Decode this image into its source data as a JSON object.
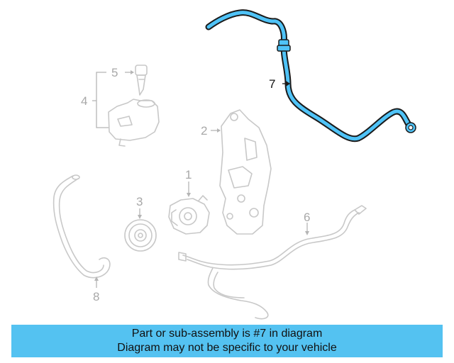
{
  "callouts": {
    "part_1": "1",
    "part_2": "2",
    "part_3": "3",
    "part_4": "4",
    "part_5": "5",
    "part_6": "6",
    "part_7": "7",
    "part_8": "8"
  },
  "highlight": {
    "part_number": "7",
    "color": "#4fc3f7"
  },
  "banner": {
    "line1": "Part or sub-assembly is #7 in diagram",
    "line2": "Diagram may not be specific to your vehicle",
    "background": "#54c2f1"
  }
}
